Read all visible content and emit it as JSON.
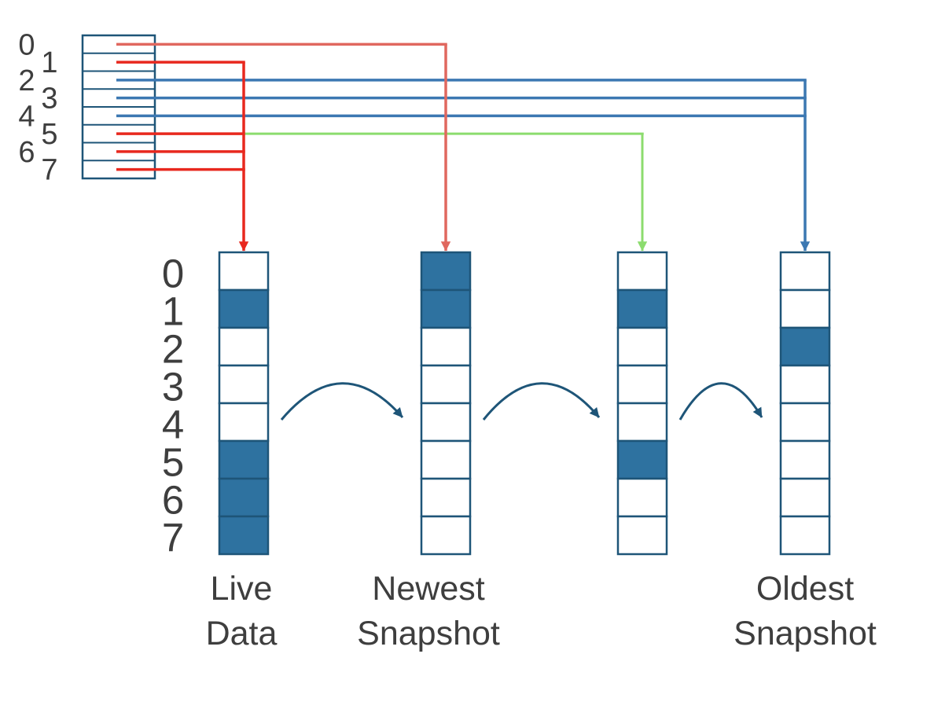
{
  "diagram": {
    "description_labels": {
      "live_data_line1": "Live",
      "live_data_line2": "Data",
      "newest_line1": "Newest",
      "newest_line2": "Snapshot",
      "oldest_line1": "Oldest",
      "oldest_line2": "Snapshot"
    },
    "source_table": {
      "rows": [
        {
          "label": "0",
          "connections": [
            {
              "color": "salmon",
              "to": "newest-snapshot"
            }
          ]
        },
        {
          "label": "1",
          "connections": [
            {
              "color": "red",
              "to": "live-data"
            }
          ]
        },
        {
          "label": "2",
          "connections": [
            {
              "color": "blue",
              "to": "oldest-snapshot"
            }
          ]
        },
        {
          "label": "3",
          "connections": [
            {
              "color": "blue",
              "to": "oldest-snapshot"
            }
          ]
        },
        {
          "label": "4",
          "connections": [
            {
              "color": "blue",
              "to": "oldest-snapshot"
            }
          ]
        },
        {
          "label": "5",
          "connections": [
            {
              "color": "red",
              "to": "live-data"
            },
            {
              "color": "green",
              "from": "live-data",
              "to": "snapshot-mid"
            }
          ]
        },
        {
          "label": "6",
          "connections": [
            {
              "color": "red",
              "to": "live-data"
            }
          ]
        },
        {
          "label": "7",
          "connections": [
            {
              "color": "red",
              "to": "live-data"
            }
          ]
        }
      ]
    },
    "columns": [
      {
        "id": "live-data",
        "label_lines": [
          "Live",
          "Data"
        ],
        "row_labels": [
          "0",
          "1",
          "2",
          "3",
          "4",
          "5",
          "6",
          "7"
        ],
        "filled_rows": [
          1,
          5,
          6,
          7
        ],
        "arrow_color": "red"
      },
      {
        "id": "newest-snapshot",
        "label_lines": [
          "Newest",
          "Snapshot"
        ],
        "row_labels": [],
        "filled_rows": [
          0,
          1
        ],
        "arrow_color": "salmon"
      },
      {
        "id": "snapshot-mid",
        "label_lines": [],
        "row_labels": [],
        "filled_rows": [
          1,
          5
        ],
        "arrow_color": "green"
      },
      {
        "id": "oldest-snapshot",
        "label_lines": [
          "Oldest",
          "Snapshot"
        ],
        "row_labels": [],
        "filled_rows": [
          2
        ],
        "arrow_color": "blue"
      }
    ],
    "flow_arrows": [
      {
        "from": "live-data",
        "to": "newest-snapshot"
      },
      {
        "from": "newest-snapshot",
        "to": "snapshot-mid"
      },
      {
        "from": "snapshot-mid",
        "to": "oldest-snapshot"
      }
    ],
    "colors": {
      "red": "#E8281E",
      "salmon": "#E0685F",
      "blue": "#3C78B2",
      "green": "#8CDC6E",
      "cell_fill": "#2E72A0",
      "stroke": "#1E5578",
      "text": "#3E3E3E"
    }
  }
}
